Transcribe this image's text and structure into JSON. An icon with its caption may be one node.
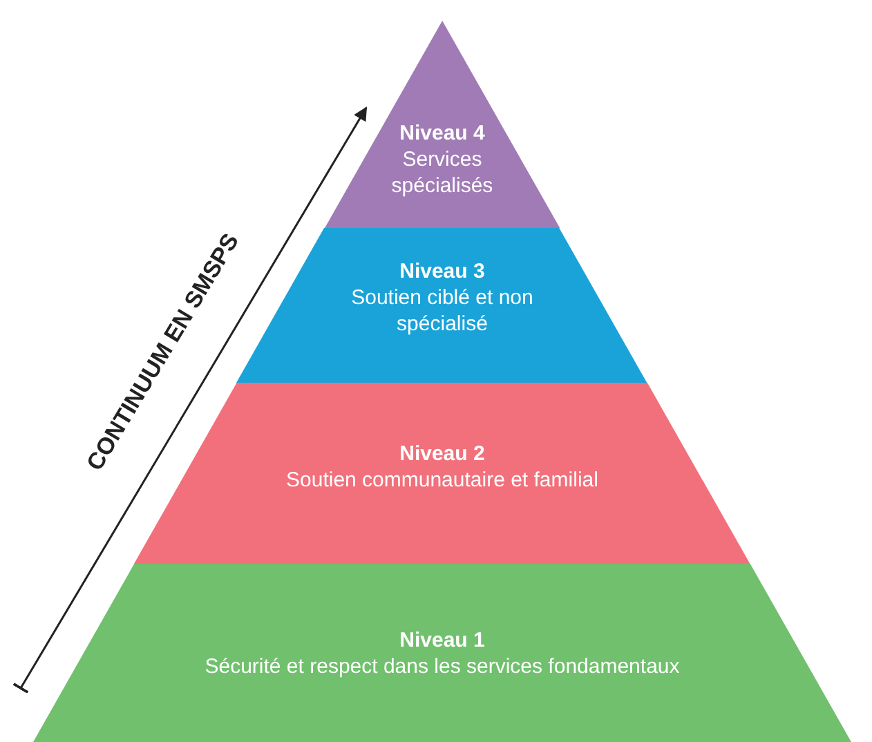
{
  "diagram": {
    "nodes": [
      {
        "text": [
          "Niveau 4",
          "Services spécialisés"
        ]
      },
      {
        "text": [
          "Niveau 3",
          "Soutien ciblé et non spécialisé"
        ]
      },
      {
        "text": [
          "Niveau 2",
          "Soutien communautaire et familial"
        ]
      },
      {
        "text": [
          "Niveau 1",
          "Sécurité et respect dans les services fondamentaux"
        ]
      }
    ],
    "edges": [],
    "labels": [
      "CONTINUUM EN SMSPS"
    ]
  }
}
